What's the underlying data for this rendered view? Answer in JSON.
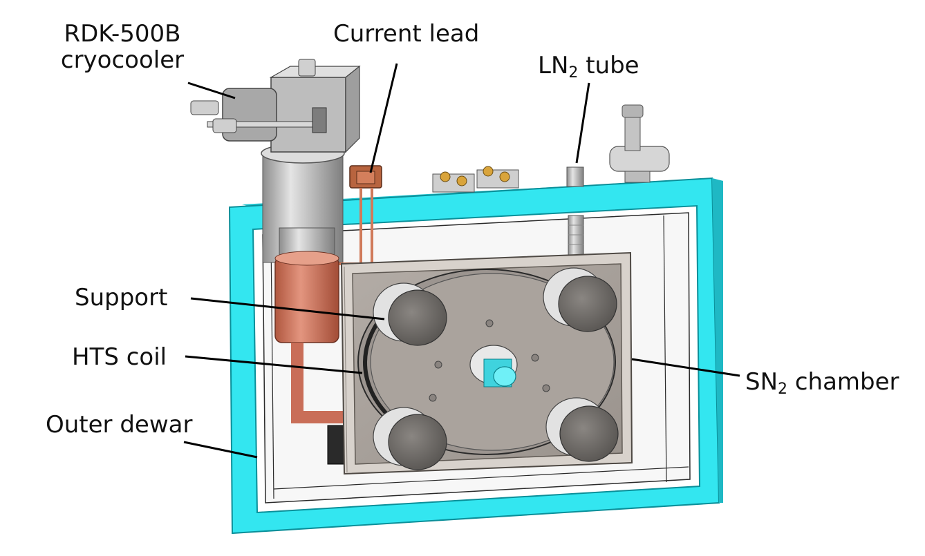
{
  "labels": {
    "cryocooler_line1": "RDK-500B",
    "cryocooler_line2": "cryocooler",
    "current_lead": "Current lead",
    "ln2_tube_pre": "LN",
    "ln2_tube_sub": "2",
    "ln2_tube_post": " tube",
    "support": "Support",
    "hts_coil": "HTS coil",
    "outer_dewar": "Outer dewar",
    "sn2_pre": "SN",
    "sn2_sub": "2",
    "sn2_post": " chamber"
  },
  "colors": {
    "dewar": "#33e6f0",
    "dewar_edge": "#0a8f99",
    "chamber": "#a9a29c",
    "chamber_dark": "#7c7670",
    "copper": "#c8735e",
    "copper_dark": "#9a4c3c",
    "steel": "#c9c9c9",
    "roller": "#6e6b68",
    "shaft": "#3fd3de",
    "leader": "#000000"
  }
}
